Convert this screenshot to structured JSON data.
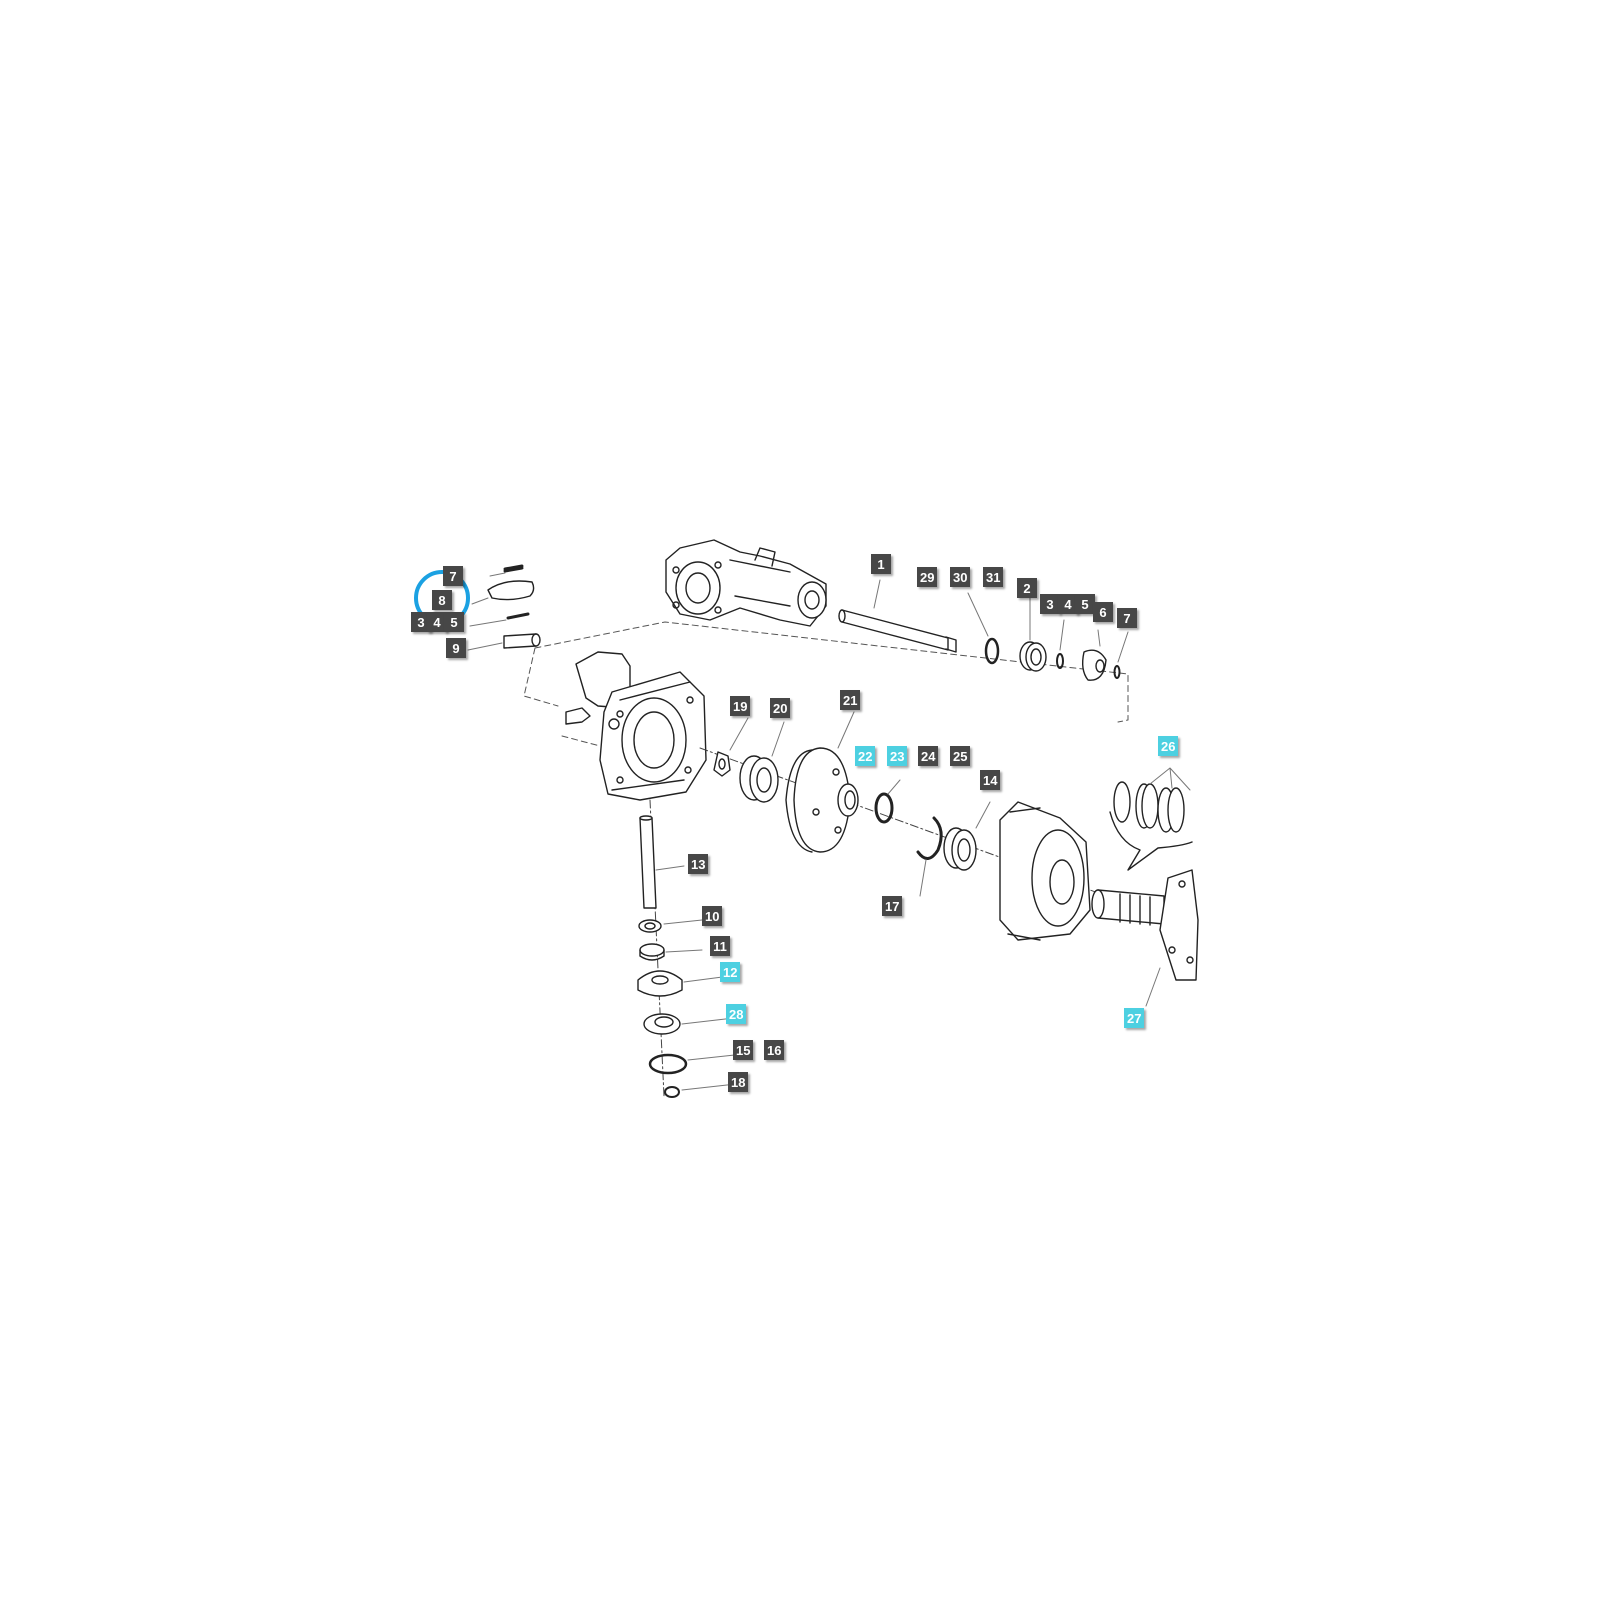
{
  "colors": {
    "callout_default": "#474747",
    "callout_highlight": "#4dd0e1",
    "selection_ring": "#1ba1e2",
    "line_art": "#222222",
    "leader_line": "#777777"
  },
  "callouts": [
    {
      "id": "c1",
      "text": "1",
      "highlight": false
    },
    {
      "id": "c29",
      "text": "29",
      "highlight": false
    },
    {
      "id": "c30",
      "text": "30",
      "highlight": false
    },
    {
      "id": "c31",
      "text": "31",
      "highlight": false
    },
    {
      "id": "c2",
      "text": "2",
      "highlight": false
    },
    {
      "id": "c3a",
      "text": "3",
      "highlight": false
    },
    {
      "id": "c4a",
      "text": "4",
      "highlight": false
    },
    {
      "id": "c5a",
      "text": "5",
      "highlight": false
    },
    {
      "id": "c6",
      "text": "6",
      "highlight": false
    },
    {
      "id": "c7a",
      "text": "7",
      "highlight": false
    },
    {
      "id": "c7b",
      "text": "7",
      "highlight": false
    },
    {
      "id": "c8",
      "text": "8",
      "highlight": false
    },
    {
      "id": "c3b",
      "text": "3",
      "highlight": false
    },
    {
      "id": "c4b",
      "text": "4",
      "highlight": false
    },
    {
      "id": "c5b",
      "text": "5",
      "highlight": false
    },
    {
      "id": "c9",
      "text": "9",
      "highlight": false
    },
    {
      "id": "c19",
      "text": "19",
      "highlight": false
    },
    {
      "id": "c20",
      "text": "20",
      "highlight": false
    },
    {
      "id": "c21",
      "text": "21",
      "highlight": false
    },
    {
      "id": "c22",
      "text": "22",
      "highlight": true
    },
    {
      "id": "c23",
      "text": "23",
      "highlight": true
    },
    {
      "id": "c24",
      "text": "24",
      "highlight": false
    },
    {
      "id": "c25",
      "text": "25",
      "highlight": false
    },
    {
      "id": "c14",
      "text": "14",
      "highlight": false
    },
    {
      "id": "c26",
      "text": "26",
      "highlight": true
    },
    {
      "id": "c13",
      "text": "13",
      "highlight": false
    },
    {
      "id": "c17",
      "text": "17",
      "highlight": false
    },
    {
      "id": "c10",
      "text": "10",
      "highlight": false
    },
    {
      "id": "c11",
      "text": "11",
      "highlight": false
    },
    {
      "id": "c12",
      "text": "12",
      "highlight": true
    },
    {
      "id": "c28",
      "text": "28",
      "highlight": true
    },
    {
      "id": "c15",
      "text": "15",
      "highlight": false
    },
    {
      "id": "c16",
      "text": "16",
      "highlight": false
    },
    {
      "id": "c18",
      "text": "18",
      "highlight": false
    },
    {
      "id": "c27",
      "text": "27",
      "highlight": true
    }
  ]
}
